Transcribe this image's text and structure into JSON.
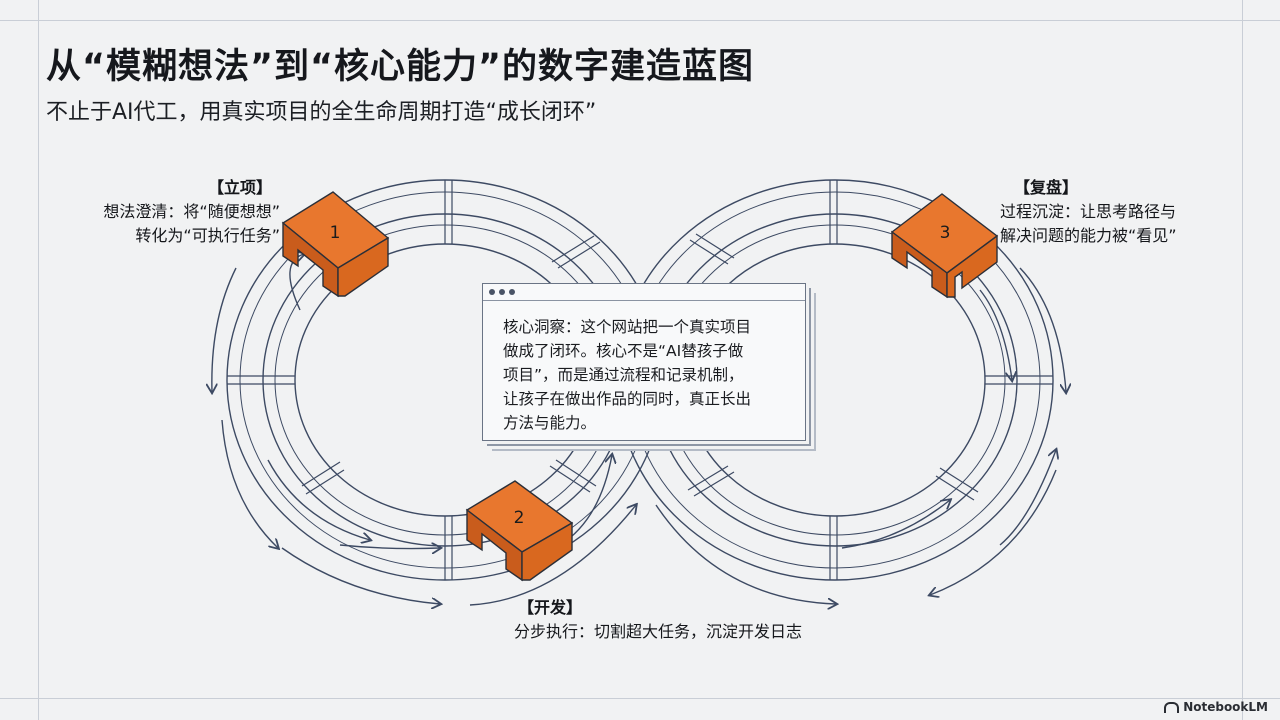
{
  "title": "从“模糊想法”到“核心能力”的数字建造蓝图",
  "subtitle": "不止于AI代工，用真实项目的全生命周期打造“成长闭环”",
  "stages": [
    {
      "number": "1",
      "label": "【立项】",
      "line1": "想法澄清：将“随便想想”",
      "line2": "转化为“可执行任务”"
    },
    {
      "number": "2",
      "label": "【开发】",
      "line1": "分步执行：切割超大任务，沉淀开发日志"
    },
    {
      "number": "3",
      "label": "【复盘】",
      "line1": "过程沉淀：让思考路径与",
      "line2": "解决问题的能力被“看见”"
    }
  ],
  "insight": {
    "lines": [
      "核心洞察：这个网站把一个真实项目",
      "做成了闭环。核心不是“AI替孩子做",
      "项目”，而是通过流程和记录机制，",
      "让孩子在做出作品的同时，真正长出",
      "方法与能力。"
    ]
  },
  "brand": "NotebookLM",
  "colors": {
    "accent": "#e8772e",
    "line": "#3d4a63",
    "background": "#f1f2f3"
  }
}
